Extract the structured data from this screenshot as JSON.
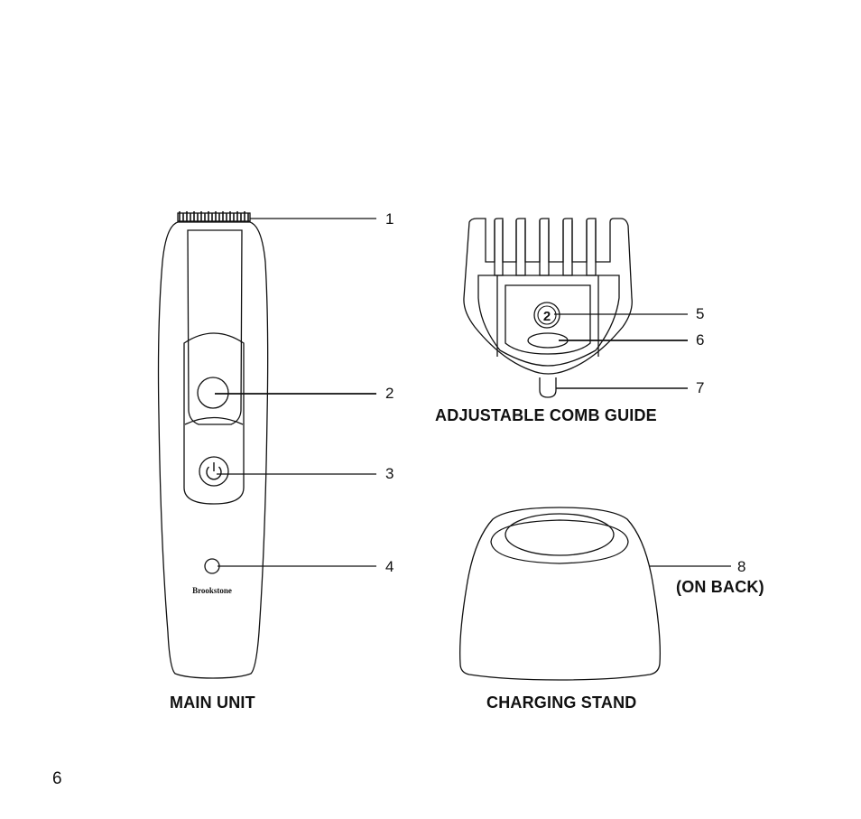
{
  "page_number": "6",
  "main_unit": {
    "caption": "MAIN UNIT",
    "brand": "Brookstone",
    "callouts": [
      "1",
      "2",
      "3",
      "4"
    ]
  },
  "comb_guide": {
    "caption": "ADJUSTABLE COMB GUIDE",
    "dial_number": "2",
    "callouts": [
      "5",
      "6",
      "7"
    ]
  },
  "charging_stand": {
    "caption": "CHARGING STAND",
    "callout": "8",
    "callout_note": "(ON BACK)"
  },
  "icons": [
    "power-icon"
  ]
}
